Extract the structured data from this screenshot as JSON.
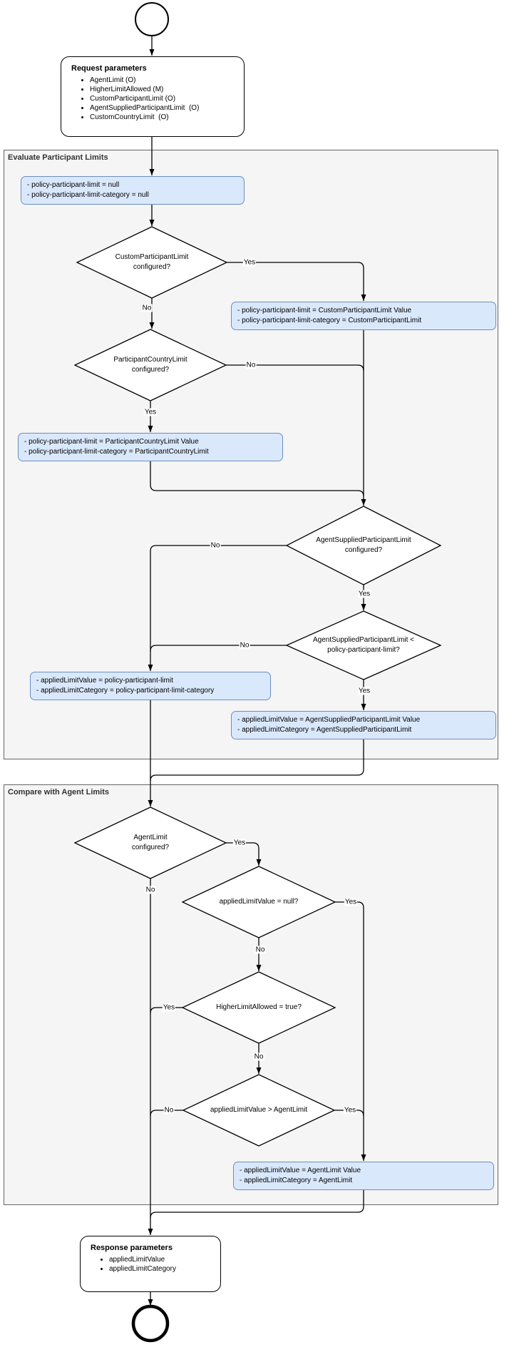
{
  "colors": {
    "note_fill": "#dae8fc",
    "note_border": "#6c8ebf",
    "section_fill": "#f5f5f5",
    "section_border": "#666666",
    "line_color": "#000000"
  },
  "labels": {
    "yes": "Yes",
    "no": "No"
  },
  "request": {
    "title": "Request parameters",
    "items": [
      "AgentLimit (O)",
      "HigherLimitAllowed (M)",
      "CustomParticipantLimit (O)",
      "AgentSuppliedParticipantLimit  (O)",
      "CustomCountryLimit  (O)"
    ]
  },
  "response": {
    "title": "Response parameters",
    "items": [
      "appliedLimitValue",
      "appliedLimitCategory"
    ]
  },
  "sections": [
    {
      "label": "Evaluate Participant Limits"
    },
    {
      "label": "Compare with Agent Limits"
    }
  ],
  "notes": [
    {
      "id": "init-policy",
      "lines": [
        "- policy-participant-limit = null",
        "- policy-participant-limit-category = null"
      ]
    },
    {
      "id": "set-custom-participant",
      "lines": [
        "- policy-participant-limit = CustomParticipantLimit Value",
        "- policy-participant-limit-category = CustomParticipantLimit"
      ]
    },
    {
      "id": "set-participant-country",
      "lines": [
        "- policy-participant-limit = ParticipantCountryLimit Value",
        "- policy-participant-limit-category = ParticipantCountryLimit"
      ]
    },
    {
      "id": "apply-policy-limit",
      "lines": [
        "- appliedLimitValue = policy-participant-limit",
        "- appliedLimitCategory = policy-participant-limit-category"
      ]
    },
    {
      "id": "apply-agent-supplied-limit",
      "lines": [
        "- appliedLimitValue = AgentSuppliedParticipantLimit Value",
        "- appliedLimitCategory = AgentSuppliedParticipantLimit"
      ]
    },
    {
      "id": "apply-agent-limit",
      "lines": [
        "- appliedLimitValue = AgentLimit Value",
        "- appliedLimitCategory = AgentLimit"
      ]
    }
  ],
  "decisions": [
    {
      "id": "custom-participant-limit-configured",
      "line1": "CustomParticipantLimit",
      "line2": "configured?"
    },
    {
      "id": "participant-country-limit-configured",
      "line1": "ParticipantCountryLimit",
      "line2": "configured?"
    },
    {
      "id": "agent-supplied-limit-configured",
      "line1": "AgentSuppliedParticipantLimit",
      "line2": "configured?"
    },
    {
      "id": "agent-supplied-less-than-policy",
      "line1": "AgentSuppliedParticipantLimit <",
      "line2": "policy-participant-limit?"
    },
    {
      "id": "agent-limit-configured",
      "line1": "AgentLimit",
      "line2": "configured?"
    },
    {
      "id": "applied-limit-null",
      "line1": "appliedLimitValue = null?",
      "line2": ""
    },
    {
      "id": "higher-limit-allowed",
      "line1": "HigherLimitAllowed = true?",
      "line2": ""
    },
    {
      "id": "applied-greater-than-agent",
      "line1": "appliedLimitValue > AgentLimit",
      "line2": ""
    }
  ]
}
